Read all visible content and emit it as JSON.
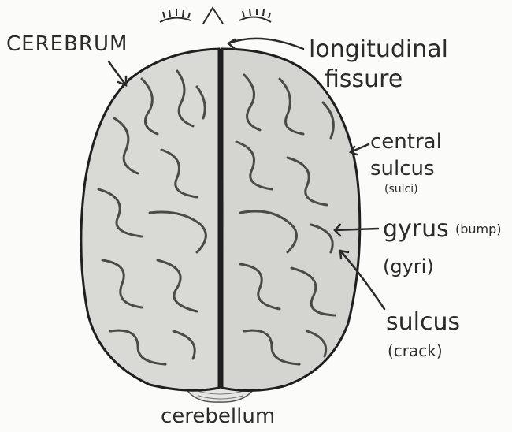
{
  "labels": {
    "cerebrum": "CEREBRUM",
    "longitudinal_line1": "longitudinal",
    "longitudinal_line2": "fissure",
    "central_line1": "central",
    "central_line2": "sulcus",
    "central_note": "(sulci)",
    "gyrus": "gyrus",
    "gyrus_note": "(bump)",
    "gyri": "(gyri)",
    "sulcus": "sulcus",
    "sulcus_note": "(crack)",
    "cerebellum": "cerebellum"
  },
  "colors": {
    "ink": "#2b2b2b",
    "paper": "#fbfbf9",
    "brain_fill": "#d9d9d6",
    "brain_shadow": "#b8b8b4",
    "groove": "#4a4a48"
  }
}
